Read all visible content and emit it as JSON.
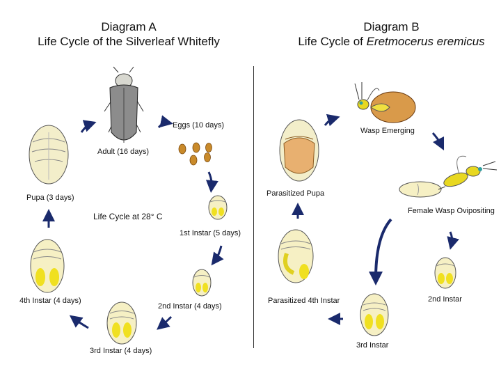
{
  "diagram_a": {
    "title_line1": "Diagram A",
    "title_line2": "Life Cycle of the Silverleaf Whitefly",
    "center_note": "Life Cycle at 28° C",
    "stages": {
      "adult": "Adult (16 days)",
      "eggs": "Eggs (10 days)",
      "instar1": "1st Instar (5 days)",
      "instar2": "2nd Instar (4 days)",
      "instar3": "3rd Instar (4 days)",
      "instar4": "4th Instar (4 days)",
      "pupa": "Pupa (3 days)"
    }
  },
  "diagram_b": {
    "title_line1": "Diagram B",
    "title_prefix": "Life Cycle of ",
    "title_species": "Eretmocerus eremicus",
    "stages": {
      "wasp_emerging": "Wasp Emerging",
      "female_wasp": "Female Wasp Ovipositing",
      "instar2": "2nd Instar",
      "instar3": "3rd Instar",
      "parasitized_4th": "Parasitized 4th Instar",
      "parasitized_pupa": "Parasitized Pupa"
    }
  },
  "colors": {
    "arrow": "#1a2a6c",
    "nymph_fill": "#f6f0c4",
    "nymph_spot": "#f0e020",
    "pupa_fill": "#f3eeca",
    "adult_body": "#8c8c8c",
    "egg": "#c98a2a",
    "parasitized_pupa": "#e8b070",
    "wasp_yellow": "#e8d820"
  }
}
